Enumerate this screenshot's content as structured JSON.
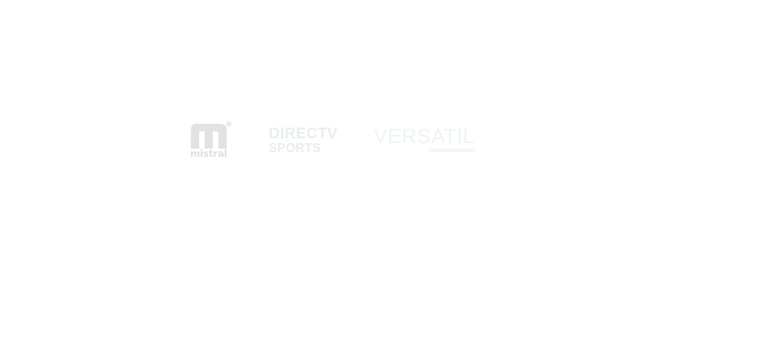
{
  "logos": {
    "mistral": {
      "word": "mistral",
      "icon": "mistral-m-icon",
      "color": "#e0e0e0"
    },
    "directv": {
      "line1": "DIRECTV",
      "line2": "SPORTS",
      "color": "#e8eded"
    },
    "versatil": {
      "word": "VERSATIL",
      "color": "#eef4f4"
    }
  }
}
